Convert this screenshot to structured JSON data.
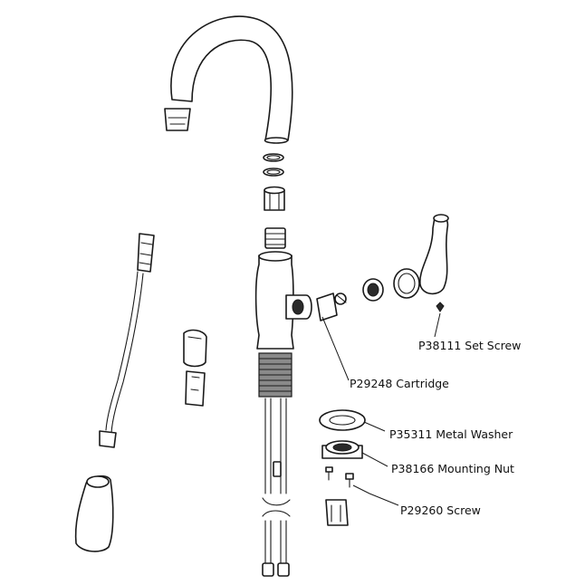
{
  "diagram": {
    "type": "exploded-parts-view",
    "callouts": [
      {
        "id": "set-screw",
        "label": "P38111 Set Screw"
      },
      {
        "id": "cartridge",
        "label": "P29248 Cartridge"
      },
      {
        "id": "metal-washer",
        "label": "P35311 Metal Washer"
      },
      {
        "id": "mounting-nut",
        "label": "P38166 Mounting Nut"
      },
      {
        "id": "screw",
        "label": "P29260 Screw"
      }
    ]
  }
}
